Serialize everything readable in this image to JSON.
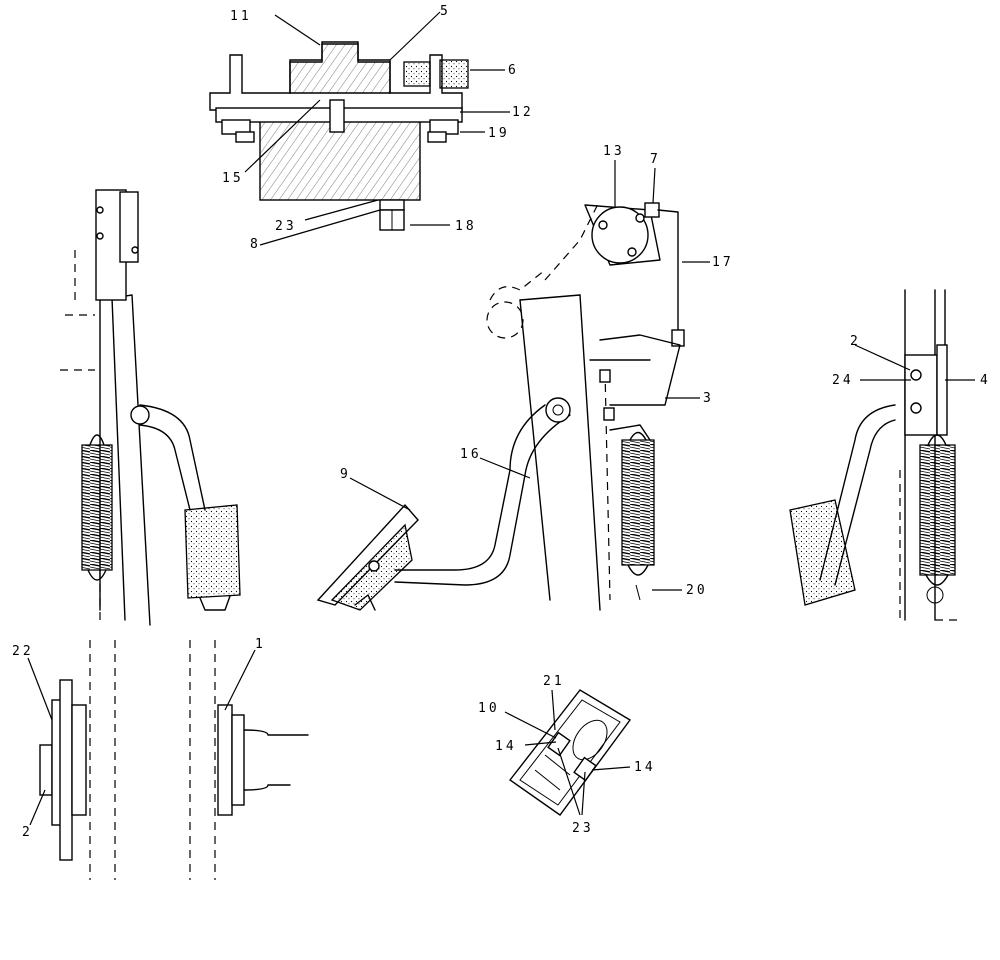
{
  "labels": {
    "c1": "1",
    "c2a": "2",
    "c2b": "2",
    "c3": "3",
    "c4": "4",
    "c5": "5",
    "c6": "6",
    "c7": "7",
    "c8": "8",
    "c9": "9",
    "c10": "10",
    "c11": "11",
    "c12": "12",
    "c13": "13",
    "c14a": "14",
    "c14b": "14",
    "c15": "15",
    "c16": "16",
    "c17": "17",
    "c18": "18",
    "c19": "19",
    "c20": "20",
    "c21": "21",
    "c22": "22",
    "c23a": "23",
    "c23b": "23",
    "c24": "24"
  }
}
